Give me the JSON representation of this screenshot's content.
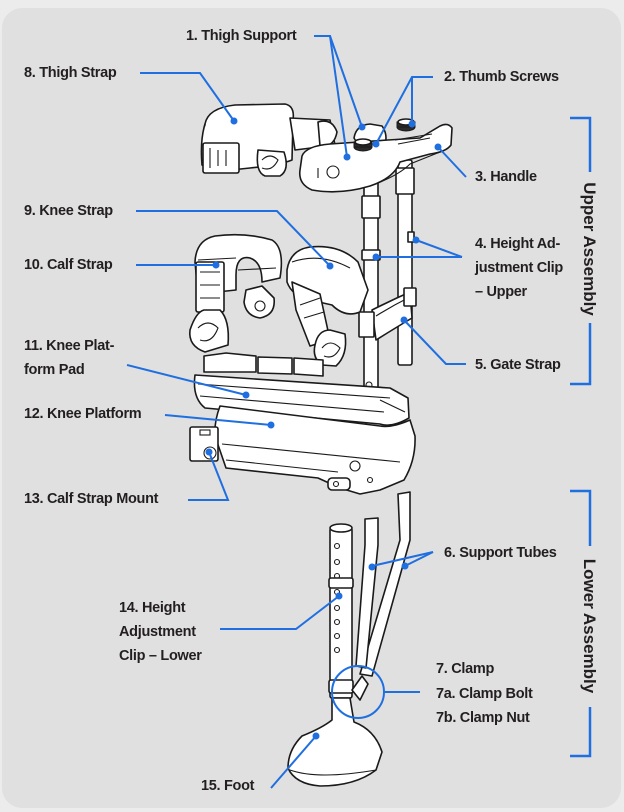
{
  "accent_color": "#1f6fe0",
  "sections": {
    "upper": "Upper Assembly",
    "lower": "Lower Assembly"
  },
  "labels": {
    "thigh_support": "1. Thigh Support",
    "thumb_screws": "2. Thumb Screws",
    "handle": "3. Handle",
    "height_clip_upper": "4. Height Ad-justment Clip – Upper",
    "gate_strap": "5. Gate Strap",
    "support_tubes": "6. Support Tubes",
    "clamp": "7. Clamp",
    "clamp_bolt": "7a. Clamp Bolt",
    "clamp_nut": "7b. Clamp Nut",
    "thigh_strap": "8. Thigh Strap",
    "knee_strap": "9. Knee Strap",
    "calf_strap": "10. Calf Strap",
    "knee_platform_pad": "11. Knee Plat-form Pad",
    "knee_platform": "12. Knee Platform",
    "calf_strap_mount": "13. Calf Strap Mount",
    "height_clip_lower": "14. Height Adjustment Clip – Lower",
    "foot": "15. Foot"
  },
  "label_lines": {
    "height_clip_upper": [
      "4. Height Ad-",
      "justment Clip",
      "– Upper"
    ],
    "knee_platform_pad": [
      "11. Knee Plat-",
      "form Pad"
    ],
    "height_clip_lower": [
      "14. Height",
      "Adjustment",
      "Clip – Lower"
    ]
  }
}
